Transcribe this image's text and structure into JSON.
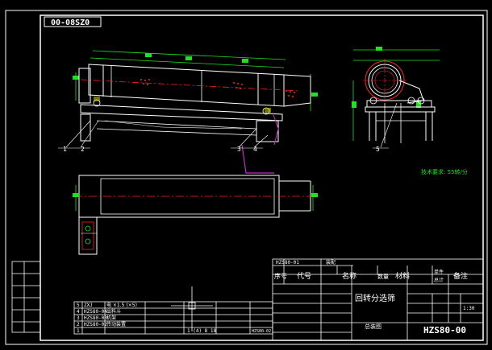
{
  "colors": {
    "background": "#000000",
    "frame": "#ffffff",
    "centerline": "#ff2020",
    "dimension": "#20e020",
    "outline": "#ffffff",
    "accent": "#c030c0",
    "hidden": "#6060ff",
    "hatch": "#e0e000"
  },
  "drawing_code_stamp": "00-08SZ0",
  "tech_note": "技术要求: 55转/分",
  "balloons": [
    "1",
    "2",
    "3",
    "4",
    "5"
  ],
  "parts_list": [
    {
      "no": "5",
      "code": "ZXJ",
      "name": "电 ×1.5 (×5)"
    },
    {
      "no": "4",
      "code": "HZS80-04",
      "name": "出料斗"
    },
    {
      "no": "3",
      "code": "HZS80-03",
      "name": "机架"
    },
    {
      "no": "2",
      "code": "HZS80-02",
      "name": "传动装置"
    },
    {
      "no": "1",
      "code": "",
      "name": ""
    }
  ],
  "parts_list_extra": [
    "1 (4) 8 18",
    "HZS80-02"
  ],
  "header_row": {
    "no": "序号",
    "code": "代号",
    "name": "名称",
    "qty": "数量",
    "material": "材料",
    "unit_weight": "单件",
    "total_weight": "总计",
    "remark": "备注"
  },
  "title_block": {
    "top_code": "HZS80-01",
    "top_label": "装配",
    "product_name": "回转分选筛",
    "drawing_type": "总装图",
    "drawing_number": "HZS80-00",
    "scale": "1:30"
  }
}
